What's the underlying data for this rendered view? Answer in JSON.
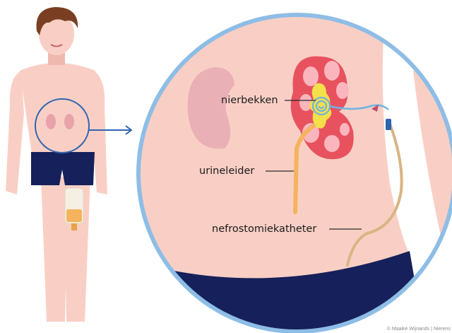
{
  "labels": {
    "renal_pelvis": "nierbekken",
    "ureter": "urineleider",
    "catheter": "nefrostomiekatheter"
  },
  "credit": "© Maaike Wijnands | Nierens",
  "colors": {
    "skin": "#f9cfc5",
    "skin_shadow": "#efb8ae",
    "hair": "#7a3f22",
    "shorts": "#16205a",
    "circle_outline": "#8ebde6",
    "kidney": "#e8525f",
    "kidney_inner": "#fbb6bd",
    "pelvis": "#f4e04a",
    "tube_blue": "#6fb3e0",
    "ureter": "#f4b35c",
    "catheter": "#d8b583"
  }
}
